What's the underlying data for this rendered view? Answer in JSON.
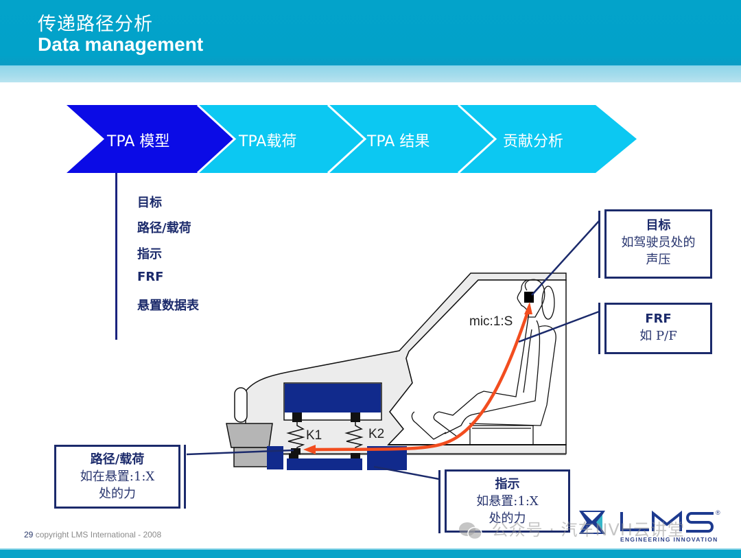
{
  "header": {
    "title_cn": "传递路径分析",
    "title_en": "Data management"
  },
  "process": {
    "steps": [
      {
        "label": "TPA 模型",
        "active": true
      },
      {
        "label": "TPA载荷",
        "active": false
      },
      {
        "label": "TPA 结果",
        "active": false
      },
      {
        "label": "贡献分析",
        "active": false
      }
    ],
    "colors": {
      "active": "#0b0be6",
      "inactive": "#0cc8f2",
      "separator": "#ffffff"
    }
  },
  "model_items": [
    "目标",
    "路径/载荷",
    "指示",
    "FRF",
    "悬置数据表"
  ],
  "diagram": {
    "mic_label": "mic:1:S",
    "spring_labels": [
      "K1",
      "K2"
    ],
    "colors": {
      "body_fill": "#ececec",
      "outline": "#111111",
      "engine": "#112a8c",
      "path_arrow": "#f24d1f",
      "leader": "#1b2a6b",
      "bumper": "#b5b5b5"
    }
  },
  "callouts": {
    "target": {
      "title": "目标",
      "body_lines": [
        "如驾驶员处的",
        "声压"
      ]
    },
    "frf": {
      "title": "FRF",
      "body_lines": [
        "如 P/F"
      ]
    },
    "path_load": {
      "title": "路径/载荷",
      "body_lines": [
        "如在悬置:1:X",
        "处的力"
      ]
    },
    "indicator": {
      "title": "指示",
      "body_lines": [
        "如悬置:1:X",
        "处的力"
      ]
    }
  },
  "footer": {
    "page_number": "29",
    "copyright": "copyright LMS International - 2008"
  },
  "logo": {
    "name": "LMS",
    "tagline": "ENGINEERING INNOVATION",
    "registered": "®"
  },
  "watermark": {
    "text": "公众号 · 汽车NVH云讲堂"
  }
}
